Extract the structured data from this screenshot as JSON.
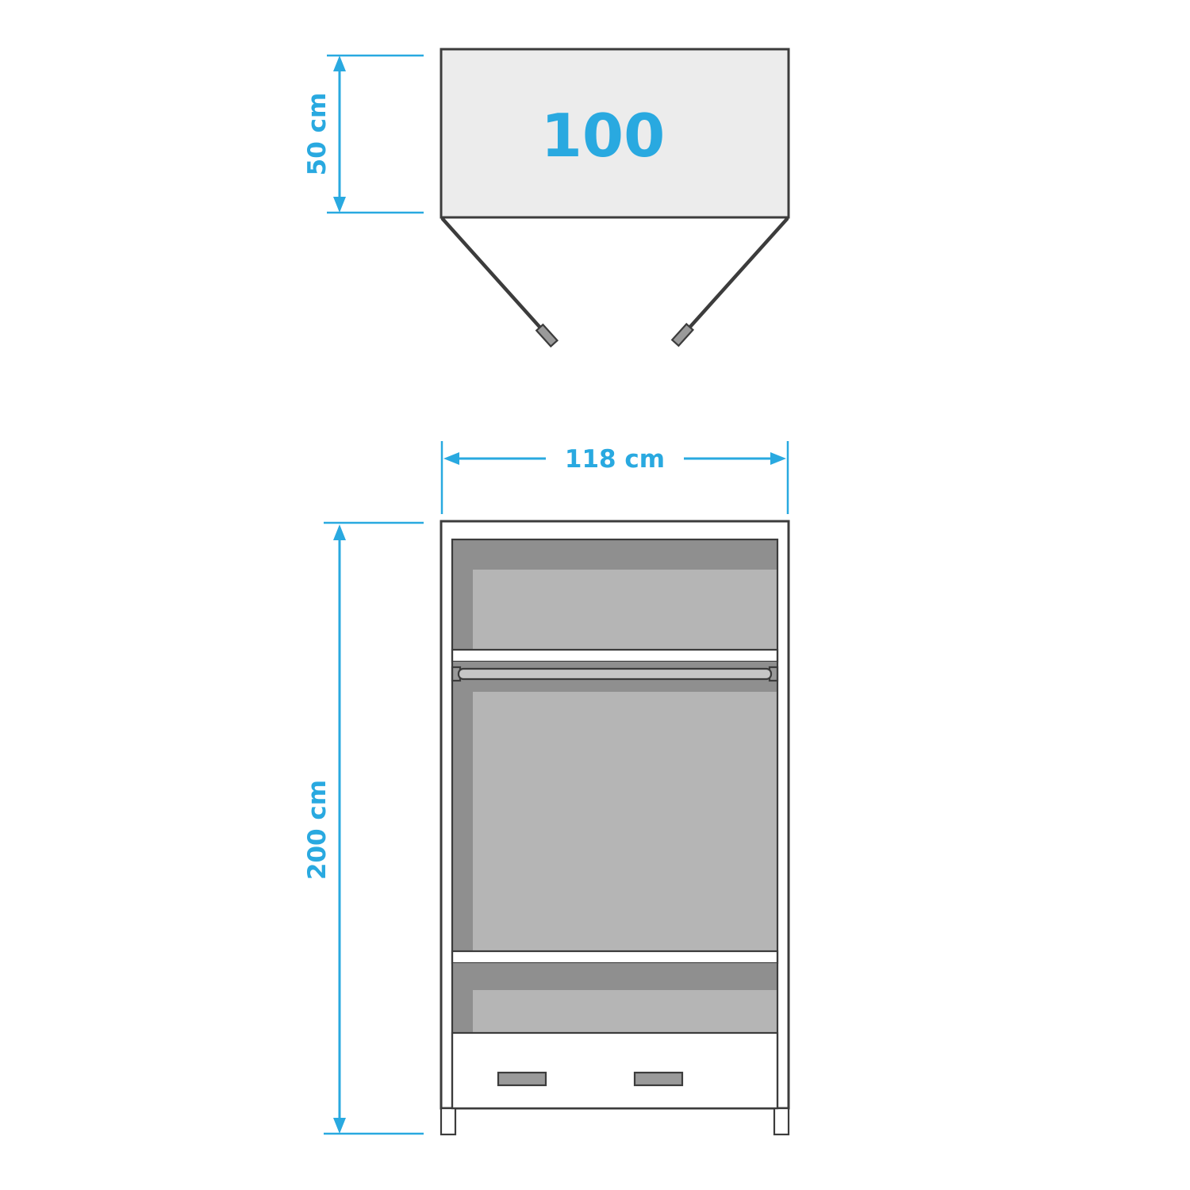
{
  "colors": {
    "accent": "#29a9e0",
    "outline": "#3c3c3c",
    "panel_fill": "#ececec",
    "body_fill": "#ffffff",
    "interior_dark": "#8f8f8f",
    "interior_light": "#b5b5b5",
    "rail_fill": "#c6c6c6",
    "handle_fill": "#9a9a9a"
  },
  "top_view": {
    "door_swing_label": "100",
    "depth_label": "50 cm"
  },
  "front_view": {
    "width_label": "118 cm",
    "height_label": "200 cm"
  }
}
